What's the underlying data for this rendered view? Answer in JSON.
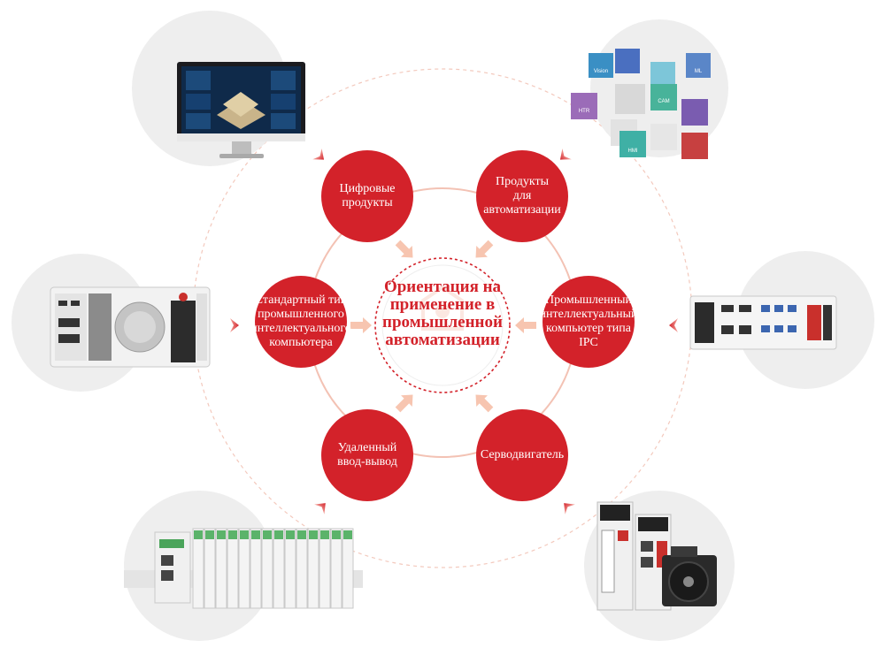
{
  "center": {
    "lines": [
      "Ориентация на",
      "применение в",
      "промышленной",
      "автоматизации"
    ]
  },
  "nodes": [
    {
      "id": "digital-products",
      "lines": [
        "Цифровые",
        "продукты"
      ]
    },
    {
      "id": "automation-products",
      "lines": [
        "Продукты",
        "для",
        "автоматизации"
      ]
    },
    {
      "id": "standard-ipc",
      "lines": [
        "Стандартный тип",
        "промышленного",
        "интеллектуального",
        "компьютера"
      ]
    },
    {
      "id": "industrial-ipc",
      "lines": [
        "Промышленный",
        "интеллектуальный",
        "компьютер типа",
        "IPC"
      ]
    },
    {
      "id": "remote-io",
      "lines": [
        "Удаленный",
        "ввод-вывод"
      ]
    },
    {
      "id": "servo-motor",
      "lines": [
        "Серводвигатель"
      ]
    }
  ],
  "product_images": [
    {
      "id": "monitor-dashboard",
      "icon": "monitor-icon"
    },
    {
      "id": "software-cubes",
      "icon": "cubes-icon",
      "labels": [
        "Vision",
        "ML",
        "CAM",
        "HTR",
        "HMI"
      ]
    },
    {
      "id": "standard-ipc-device",
      "icon": "ipc-box-icon"
    },
    {
      "id": "industrial-ipc-device",
      "icon": "industrial-pc-icon"
    },
    {
      "id": "remote-io-rail",
      "icon": "io-rail-icon"
    },
    {
      "id": "servo-drive-set",
      "icon": "servo-drive-icon"
    }
  ],
  "colors": {
    "accent": "#d3222a",
    "gray_circle": "#eeeeee",
    "ring": "#f3c2b4",
    "arrow": "#f7c5b0",
    "chevron": "#d3222a"
  }
}
